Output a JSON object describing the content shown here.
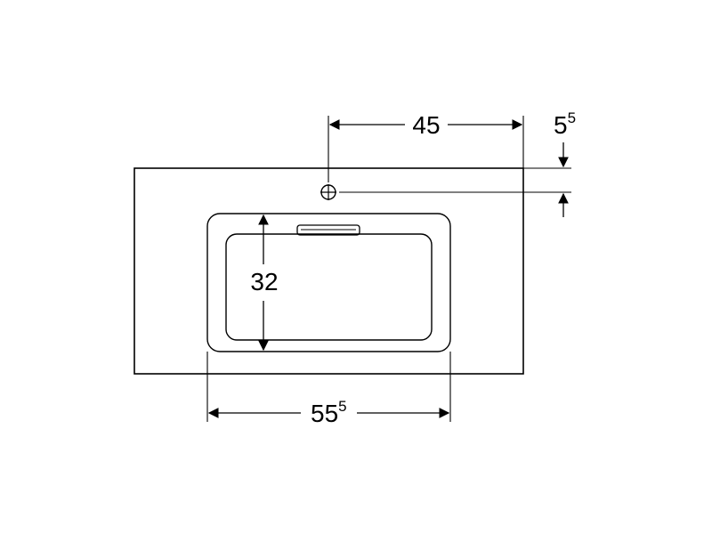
{
  "dimensions": {
    "tap_offset": {
      "value": "45"
    },
    "tap_from_edge": {
      "value": "5",
      "sup": "5"
    },
    "basin_depth": {
      "value": "32"
    },
    "basin_width": {
      "value": "55",
      "sup": "5"
    }
  },
  "colors": {
    "line": "#000000",
    "background": "#ffffff"
  }
}
